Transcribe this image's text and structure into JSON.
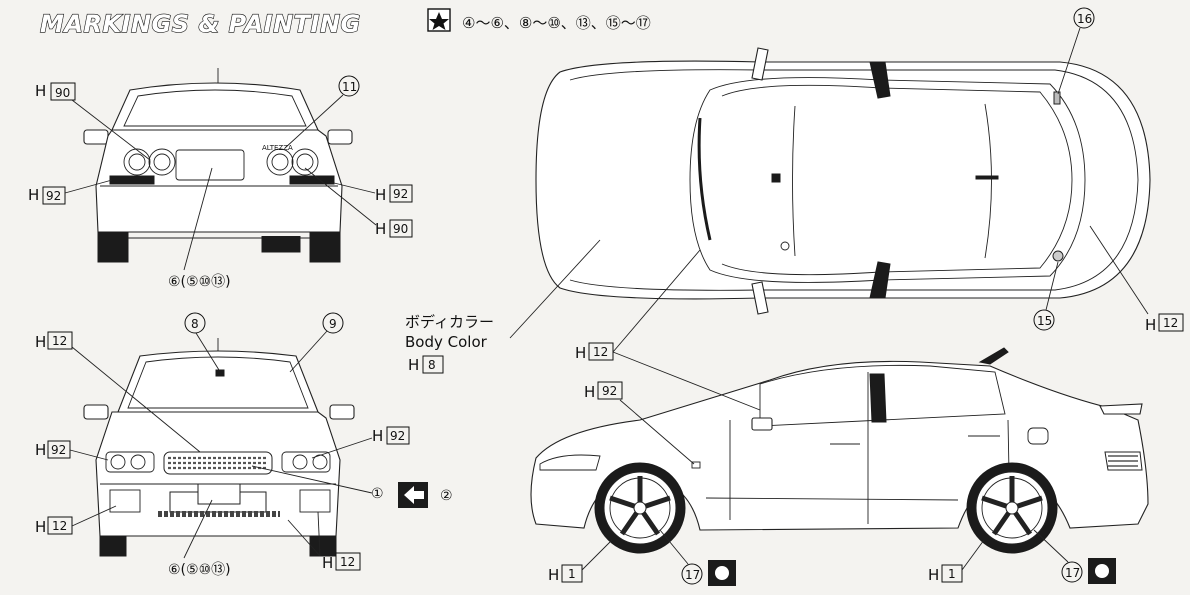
{
  "title": "MARKINGS & PAINTING",
  "star_decal_list": "④〜⑥、⑧〜⑩、⑬、⑮〜⑰",
  "rear_view": {
    "callouts": {
      "h90_top": "90",
      "h92_left": "92",
      "decal_11": "11",
      "h92_right": "92",
      "h90_right": "90"
    },
    "plate_decals": "⑥(⑤⑩⑬)",
    "badge": "ALTEZZA"
  },
  "front_view": {
    "callouts": {
      "h12_top": "12",
      "decal_8": "8",
      "decal_9": "9",
      "h92_left": "92",
      "h92_right": "92",
      "h12_bottom_left": "12",
      "h12_bottom_right": "12"
    },
    "grille_decal": "①",
    "alt_decal": "②",
    "plate_decals": "⑥(⑤⑩⑬)"
  },
  "top_view": {
    "callouts": {
      "decal_16": "16",
      "decal_15": "15",
      "h12_right": "12"
    }
  },
  "body_color": {
    "jp": "ボディカラー",
    "en": "Body Color",
    "code": "8"
  },
  "side_view": {
    "callouts": {
      "h12": "12",
      "h92": "92",
      "h1_front": "1",
      "h1_rear": "1",
      "decal_17_front": "17",
      "decal_17_rear": "17"
    }
  },
  "paint_prefix": "H"
}
